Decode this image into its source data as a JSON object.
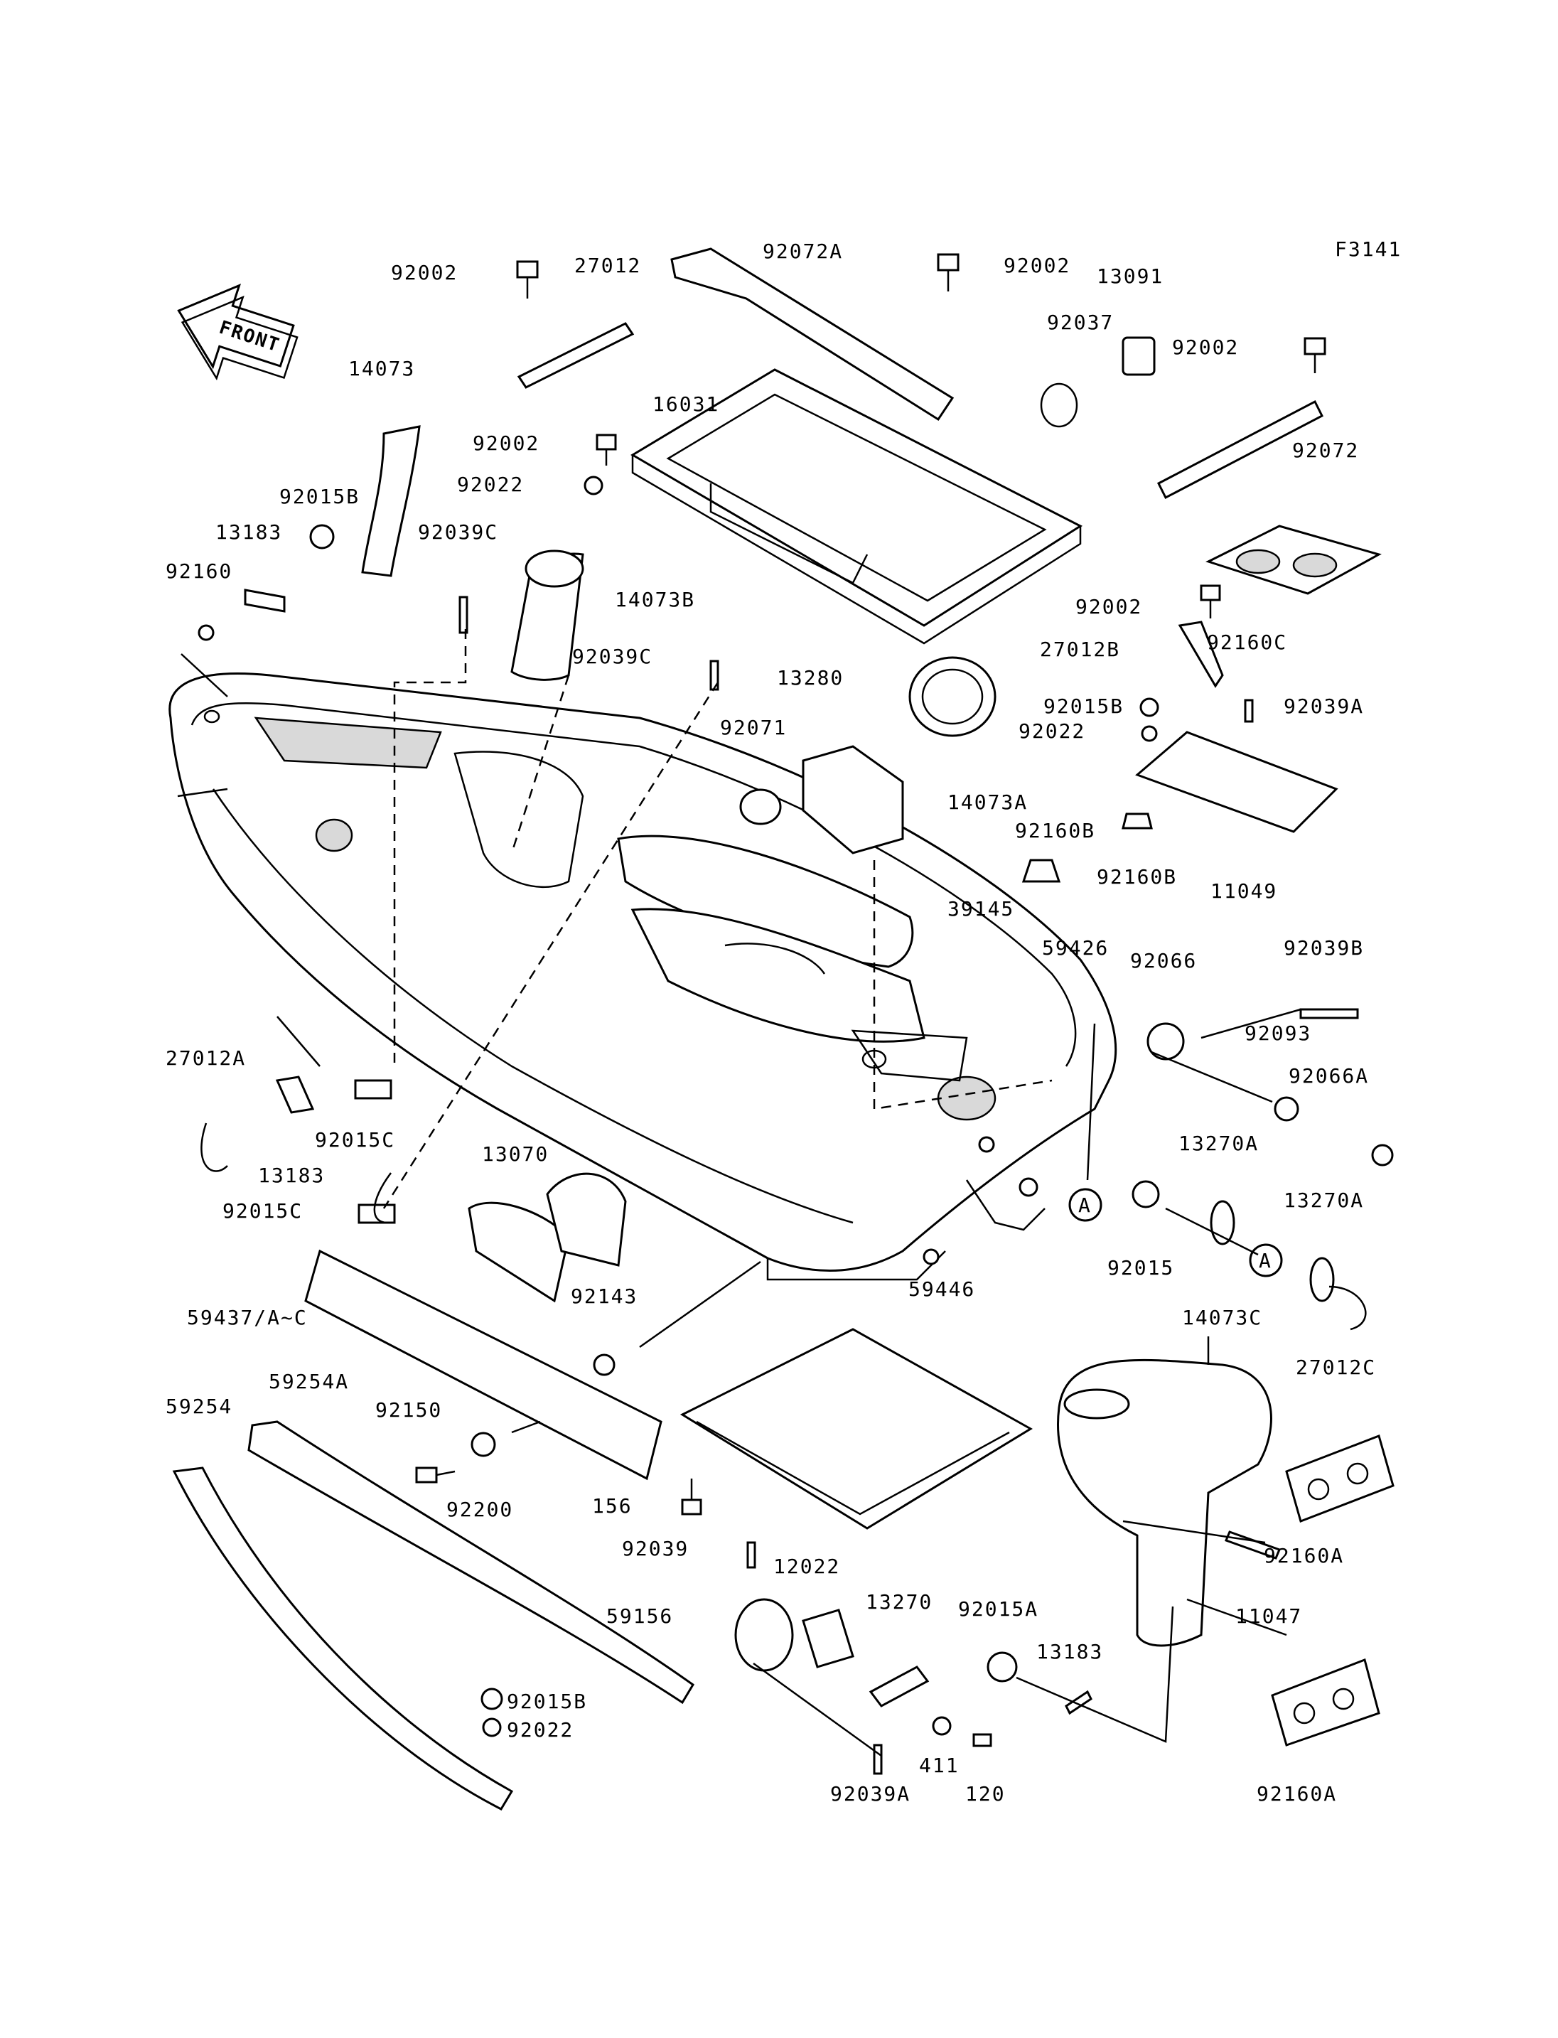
{
  "figure_code": "F3141",
  "front_label": "FRONT",
  "ref_marker": "A",
  "labels": [
    "92002",
    "27012",
    "92072A",
    "92002",
    "13091",
    "92037",
    "92002",
    "14073",
    "16031",
    "92002",
    "92022",
    "92072",
    "92015B",
    "13183",
    "92039C",
    "14073B",
    "92160",
    "92160C",
    "92002",
    "27012B",
    "92039C",
    "13280",
    "92015B",
    "92039A",
    "92071",
    "92022",
    "14073A",
    "92160B",
    "11049",
    "92160B",
    "39145",
    "59426",
    "92066",
    "92039B",
    "92093",
    "27012A",
    "92066A",
    "13183",
    "92015C",
    "13070",
    "13270A",
    "13270A",
    "92015C",
    "92015",
    "14073C",
    "27012C",
    "92143",
    "59446",
    "59437/A~C",
    "59254A",
    "59254",
    "92150",
    "92200",
    "156",
    "92039",
    "12022",
    "59156",
    "13270",
    "92015A",
    "13183",
    "92160A",
    "11047",
    "92015B",
    "92022",
    "411",
    "120",
    "92039A",
    "92160A"
  ]
}
